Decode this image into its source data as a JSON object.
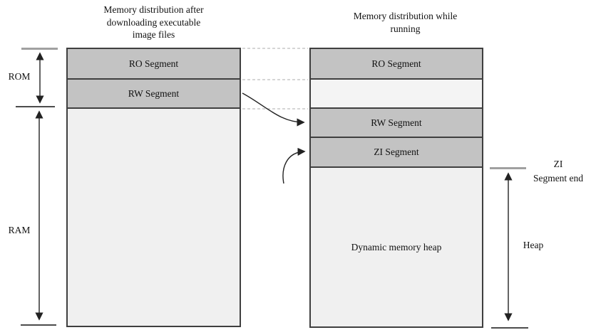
{
  "diagram": {
    "titles": {
      "left": "Memory distribution after\ndownloading executable\nimage files",
      "right": "Memory distribution while\nrunning"
    },
    "left_column": {
      "segments": [
        {
          "label": "RO Segment"
        },
        {
          "label": "RW Segment"
        },
        {
          "label": ""
        }
      ]
    },
    "right_column": {
      "segments": [
        {
          "label": "RO Segment"
        },
        {
          "label": ""
        },
        {
          "label": "RW Segment"
        },
        {
          "label": "ZI Segment"
        },
        {
          "label": "Dynamic memory heap"
        }
      ]
    },
    "annotations": {
      "rom": "ROM",
      "ram": "RAM",
      "zi_segment_end": "ZI\nSegment end",
      "heap": "Heap"
    },
    "colors": {
      "segment_fill": "#c3c3c3",
      "free_fill": "#f0f0f0",
      "gap_fill": "#f4f4f4",
      "border": "#3f3f3f",
      "dashed_line": "#c8c8c8",
      "tick_gray": "#a0a0a0",
      "arrow": "#222222"
    }
  }
}
